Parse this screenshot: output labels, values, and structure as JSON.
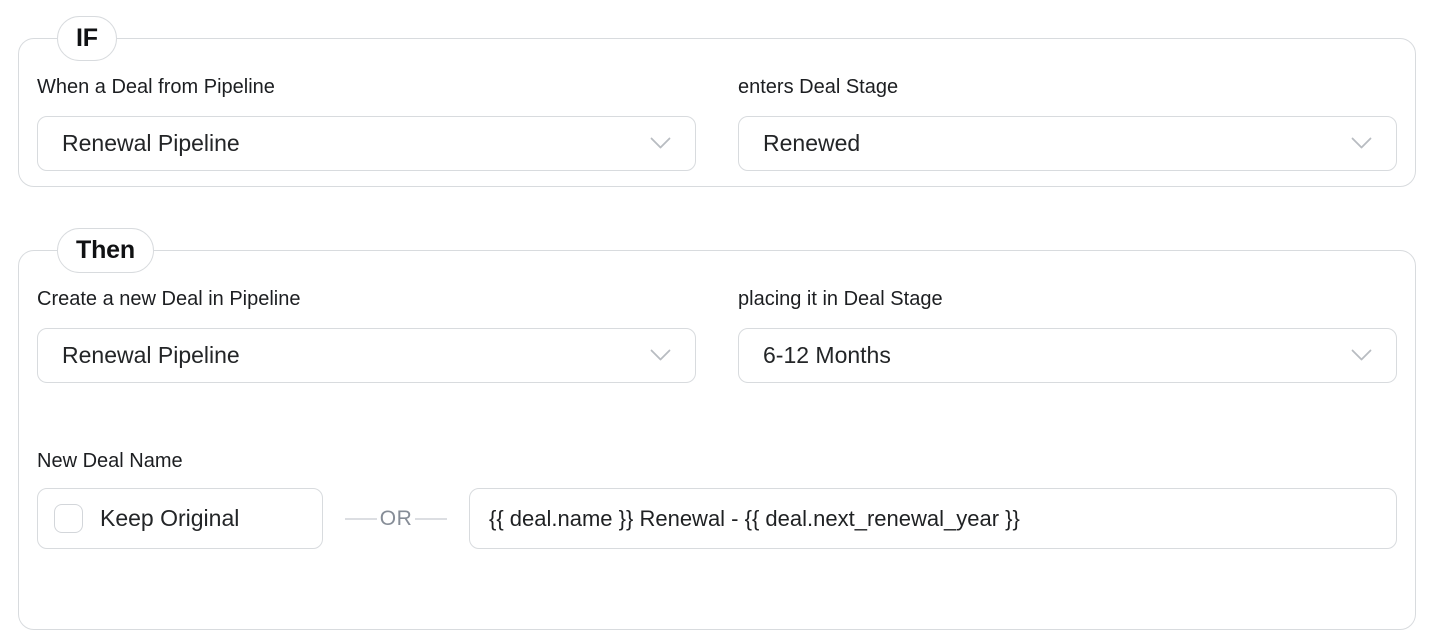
{
  "if_card": {
    "badge": "IF",
    "pipeline_field": {
      "label": "When a Deal from Pipeline",
      "value": "Renewal Pipeline"
    },
    "stage_field": {
      "label": "enters Deal Stage",
      "value": "Renewed"
    }
  },
  "then_card": {
    "badge": "Then",
    "pipeline_field": {
      "label": "Create a new Deal in Pipeline",
      "value": "Renewal Pipeline"
    },
    "stage_field": {
      "label": "placing it in Deal Stage",
      "value": "6-12 Months"
    },
    "deal_name": {
      "label": "New Deal Name",
      "checkbox_label": "Keep Original",
      "checkbox_checked": false,
      "separator": "OR",
      "input_value": "{{ deal.name }} Renewal - {{ deal.next_renewal_year }}"
    }
  },
  "colors": {
    "background": "#ffffff",
    "card_border": "#d8dbde",
    "text_primary": "#1d1f22",
    "chevron": "#b8bcc1",
    "or_text": "#868d97",
    "separator_line": "#dcdee2"
  }
}
